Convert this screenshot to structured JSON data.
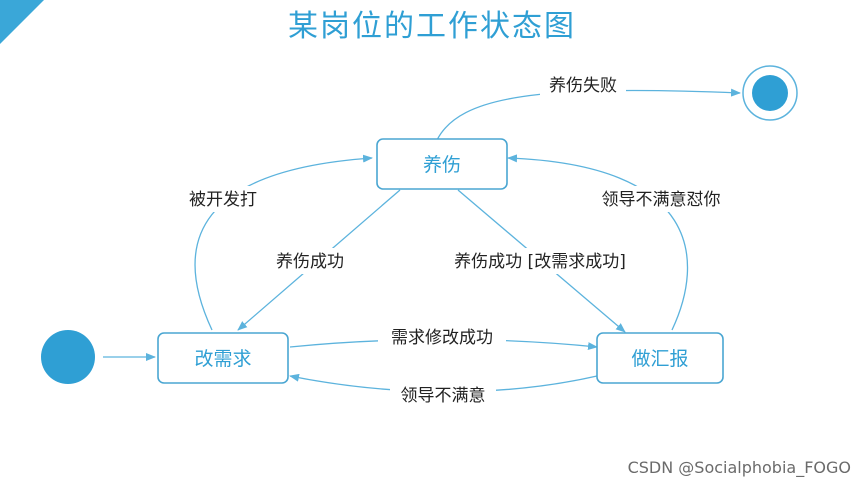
{
  "title": "某岗位的工作状态图",
  "states": {
    "heal": "养伤",
    "change": "改需求",
    "report": "做汇报"
  },
  "transitions": {
    "heal_fail": "养伤失败",
    "beaten": "被开发打",
    "heal_success_left": "养伤成功",
    "heal_success_right": "养伤成功 [改需求成功]",
    "dissatisfied_beat": "领导不满意怼你",
    "change_success": "需求修改成功",
    "dissatisfied": "领导不满意"
  },
  "watermark": "CSDN @Socialphobia_FOGO",
  "colors": {
    "accent": "#2f9fd4",
    "line": "#5cb3dd"
  }
}
